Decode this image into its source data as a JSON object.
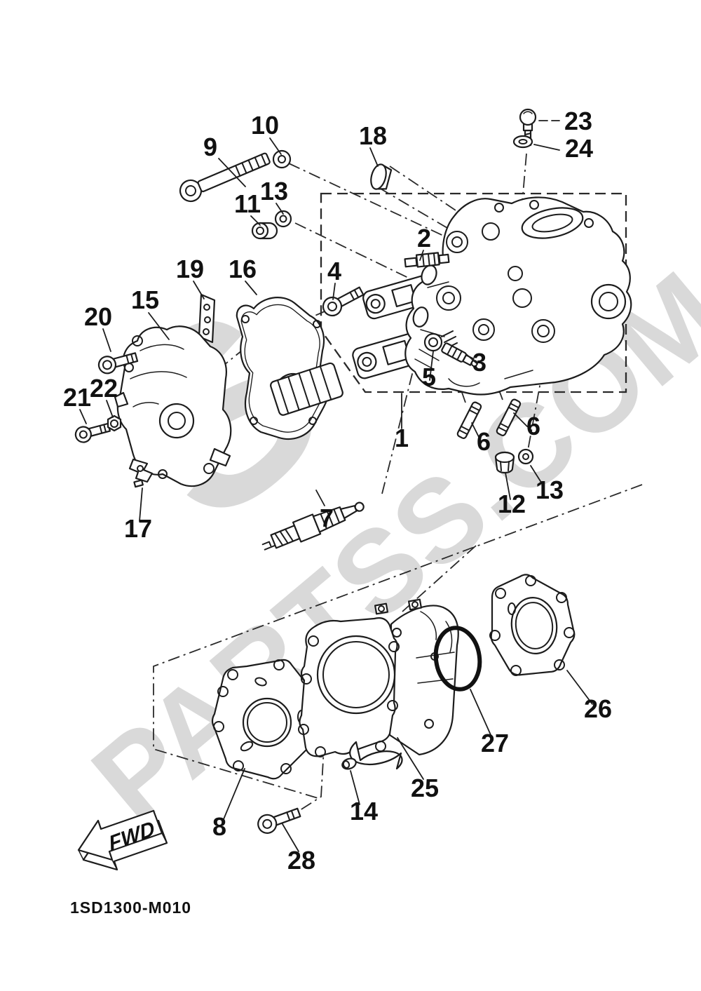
{
  "diagram": {
    "code": "1SD1300-M010",
    "fwd_label": "FWD",
    "watermark": {
      "text": "PARTSS.COM",
      "fragment": "S",
      "color": "#d9d9d9"
    },
    "callouts": {
      "c1": "1",
      "c2": "2",
      "c3": "3",
      "c4": "4",
      "c5": "5",
      "c6a": "6",
      "c6b": "6",
      "c7": "7",
      "c8": "8",
      "c9": "9",
      "c10": "10",
      "c11": "11",
      "c12": "12",
      "c13a": "13",
      "c13b": "13",
      "c14": "14",
      "c15": "15",
      "c16": "16",
      "c17": "17",
      "c18": "18",
      "c19": "19",
      "c20": "20",
      "c21": "21",
      "c22": "22",
      "c23": "23",
      "c24": "24",
      "c25": "25",
      "c26": "26",
      "c27": "27",
      "c28": "28"
    }
  }
}
